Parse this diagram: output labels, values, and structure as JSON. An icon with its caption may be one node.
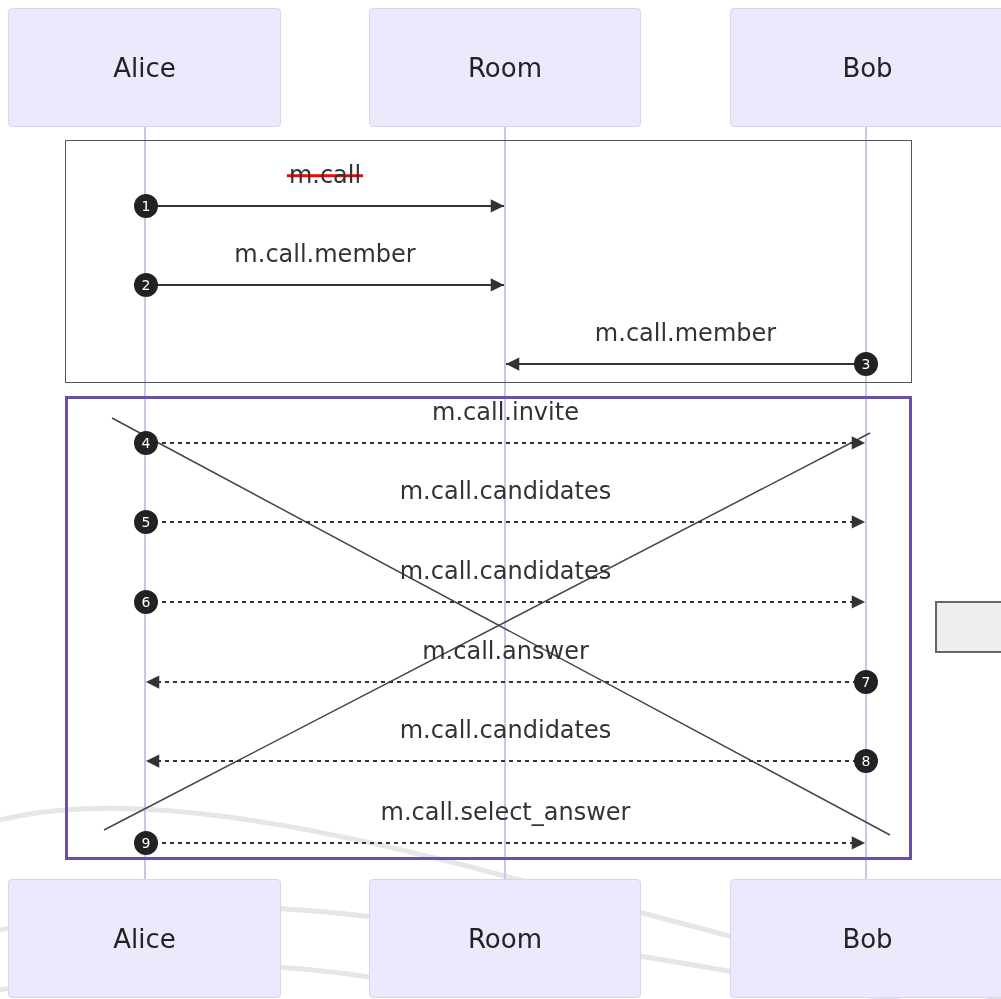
{
  "diagram": {
    "nodes": [
      {
        "text": [
          "Alice"
        ]
      },
      {
        "text": [
          "Room"
        ]
      },
      {
        "text": [
          "Bob"
        ]
      },
      {
        "text": [],
        "shape": "bar"
      },
      {
        "text": [],
        "shape": "bar"
      },
      {
        "text": [],
        "shape": "bar"
      },
      {
        "text": [
          "Alice"
        ]
      },
      {
        "text": [
          "Room"
        ]
      },
      {
        "text": [
          "Bob"
        ]
      }
    ],
    "edges": [
      {
        "from": 3,
        "to": 4,
        "arrow": "to",
        "label": "m.call"
      },
      {
        "from": 3,
        "to": 4,
        "arrow": "to",
        "label": "m.call.member"
      },
      {
        "from": 5,
        "to": 4,
        "arrow": "to",
        "label": "m.call.member"
      },
      {
        "from": 3,
        "to": 5,
        "arrow": "to",
        "label": "m.call.invite",
        "style": "dashed"
      },
      {
        "from": 3,
        "to": 5,
        "arrow": "to",
        "label": "m.call.candidates",
        "style": "dashed"
      },
      {
        "from": 3,
        "to": 5,
        "arrow": "to",
        "label": "m.call.candidates",
        "style": "dashed"
      },
      {
        "from": 5,
        "to": 3,
        "arrow": "to",
        "label": "m.call.answer",
        "style": "dashed"
      },
      {
        "from": 5,
        "to": 3,
        "arrow": "to",
        "label": "m.call.candidates",
        "style": "dashed"
      },
      {
        "from": 3,
        "to": 5,
        "arrow": "to",
        "label": "m.call.select_answer",
        "style": "dashed"
      }
    ],
    "labels": [
      "1",
      "2",
      "3",
      "4",
      "5",
      "6",
      "7",
      "8",
      "9"
    ]
  }
}
